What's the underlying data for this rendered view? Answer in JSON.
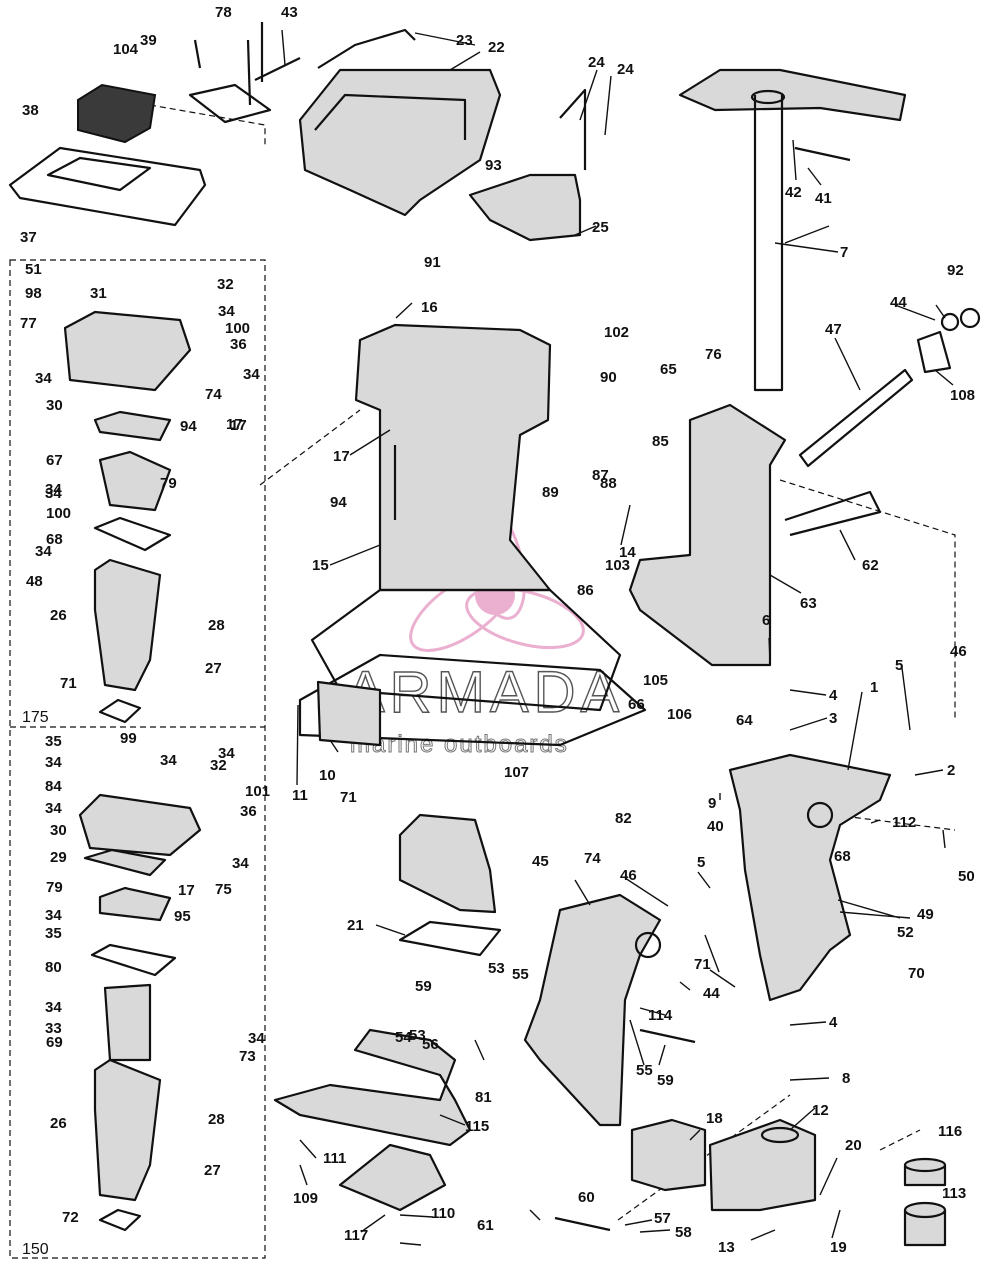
{
  "watermark": {
    "brand": "ARMADA",
    "tagline": "marine outboards",
    "accent_color": "#e8a2c8"
  },
  "sections": {
    "upper": "175",
    "lower": "150"
  },
  "callouts": [
    "1",
    "2",
    "3",
    "4",
    "4",
    "5",
    "5",
    "6",
    "7",
    "8",
    "9",
    "10",
    "11",
    "12",
    "13",
    "14",
    "15",
    "16",
    "17",
    "17",
    "17",
    "17",
    "18",
    "19",
    "20",
    "21",
    "22",
    "23",
    "24",
    "24",
    "25",
    "26",
    "26",
    "27",
    "27",
    "28",
    "28",
    "29",
    "30",
    "30",
    "31",
    "32",
    "32",
    "33",
    "34",
    "34",
    "34",
    "34",
    "34",
    "34",
    "34",
    "34",
    "34",
    "34",
    "34",
    "34",
    "34",
    "34",
    "35",
    "35",
    "36",
    "36",
    "37",
    "38",
    "39",
    "40",
    "41",
    "42",
    "43",
    "44",
    "44",
    "45",
    "46",
    "46",
    "47",
    "48",
    "49",
    "50",
    "51",
    "52",
    "53",
    "53",
    "54",
    "55",
    "55",
    "56",
    "57",
    "58",
    "59",
    "59",
    "60",
    "61",
    "62",
    "63",
    "64",
    "65",
    "66",
    "67",
    "68",
    "68",
    "69",
    "70",
    "71",
    "71",
    "71",
    "72",
    "73",
    "74",
    "74",
    "75",
    "76",
    "77",
    "78",
    "79",
    "79",
    "80",
    "81",
    "82",
    "84",
    "85",
    "86",
    "87",
    "88",
    "89",
    "90",
    "91",
    "92",
    "93",
    "94",
    "94",
    "95",
    "98",
    "99",
    "100",
    "100",
    "101",
    "102",
    "103",
    "104",
    "105",
    "106",
    "107",
    "108",
    "109",
    "110",
    "111",
    "112",
    "113",
    "114",
    "115",
    "116",
    "117"
  ]
}
